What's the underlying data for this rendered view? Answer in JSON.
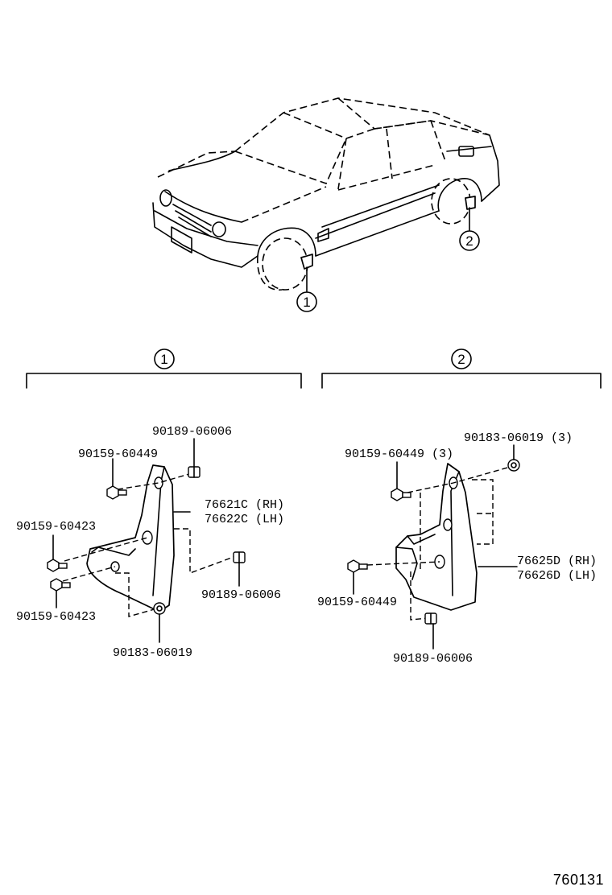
{
  "callouts": {
    "one": "1",
    "two": "2"
  },
  "section_1": {
    "header": "1",
    "labels": {
      "nut_top": "90189-06006",
      "screw_top": "90159-60449",
      "flap_rh": "76621C (RH)",
      "flap_lh": "76622C (LH)",
      "screw_mid": "90159-60423",
      "screw_low": "90159-60423",
      "nut_right": "90189-06006",
      "clip_bottom": "90183-06019"
    }
  },
  "section_2": {
    "header": "2",
    "labels": {
      "clip_top": "90183-06019 (3)",
      "screw_top": "90159-60449 (3)",
      "flap_rh": "76625D (RH)",
      "flap_lh": "76626D (LH)",
      "screw_low": "90159-60449",
      "nut_bottom": "90189-06006"
    }
  },
  "figure_code": "760131"
}
